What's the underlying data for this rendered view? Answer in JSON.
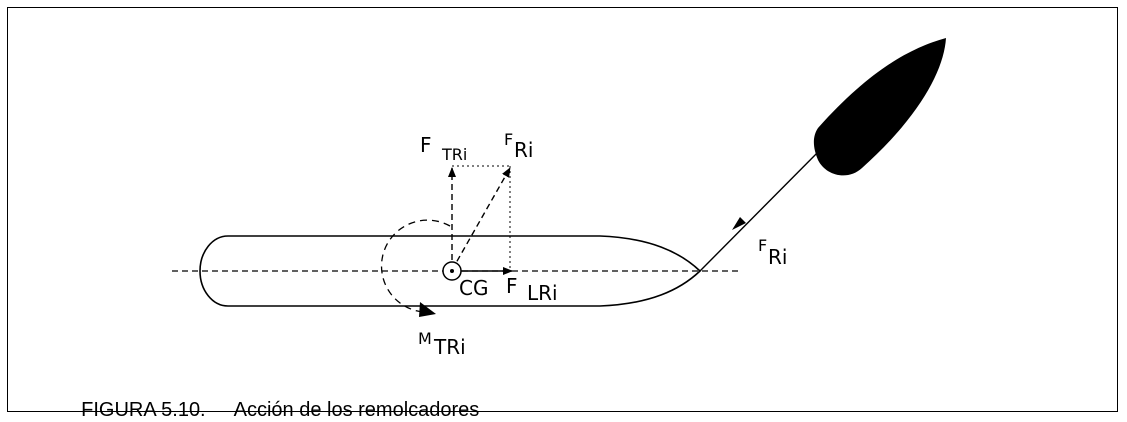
{
  "labels": {
    "f_tri": {
      "main": "F",
      "sub": "TRi"
    },
    "f_ri_top": {
      "main": "F",
      "sub": "Ri"
    },
    "f_ri_right": {
      "main": "F",
      "sub": "Ri"
    },
    "f_lri": {
      "main": "F",
      "sub": "LRi"
    },
    "m_tri": {
      "main": "M",
      "sub": "TRi"
    },
    "cg": "CG"
  },
  "caption": {
    "number": "FIGURA 5.10.",
    "text": "Acción de los remolcadores"
  }
}
